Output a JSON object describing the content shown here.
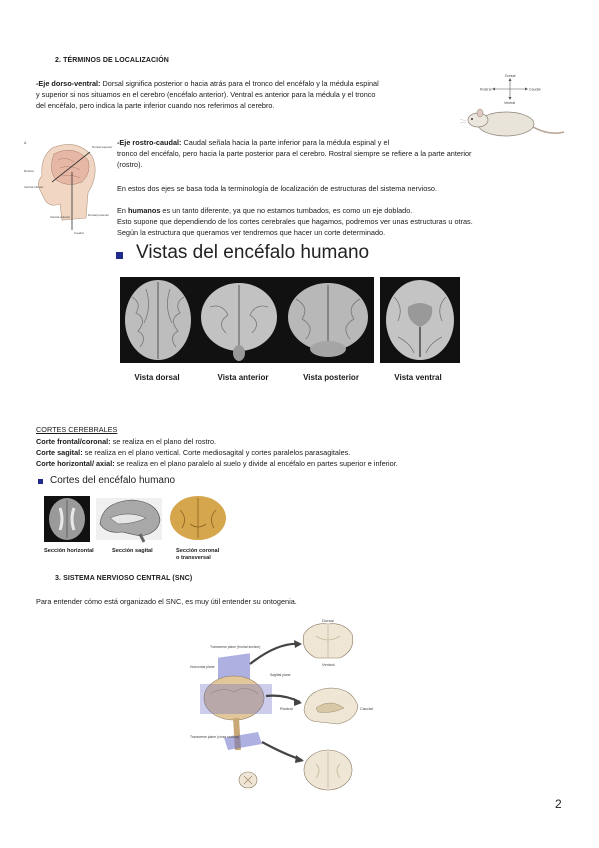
{
  "section2": {
    "heading": "2.    TÉRMINOS DE LOCALIZACIÓN",
    "p1_lead": "-Eje dorso-ventral:",
    "p1_l1": " Dorsal significa posterior o hacia atrás para el tronco del encéfalo y la médula espinal",
    "p1_l2": "y superior si nos situamos en el cerebro (encéfalo anterior). Ventral es anterior para la médula y el tronco",
    "p1_l3": "del encéfalo, pero indica la parte inferior cuando nos referimos al cerebro.",
    "p2_lead": "-Eje rostro-caudal:",
    "p2_l1": " Caudal señala hacia la parte inferior para la médula espinal y el",
    "p2_l2": "tronco del encéfalo, pero hacia la parte posterior para el cerebro. Rostral siempre se refiere a la parte anterior",
    "p2_l3": "(rostro).",
    "p3": "En estos dos ejes se basa toda la terminología de localización de estructuras del sistema nervioso.",
    "p4_pre": "En ",
    "p4_bold": "humanos",
    "p4_l1": " es un tanto diferente, ya que no estamos tumbados, es como un eje doblado.",
    "p4_l2": "Esto supone que dependiendo de los cortes cerebrales que hagamos, podremos ver unas estructuras u otras.",
    "p4_l3": "Según la estructura que queramos ver tendremos que hacer un corte determinado."
  },
  "rat_figure": {
    "labels": [
      "Dorsal",
      "Rostral",
      "Caudal",
      "Ventral"
    ]
  },
  "head_figure": {
    "labels": [
      "Dorsal superior",
      "Rostral",
      "Ventral inferior",
      "Ventral anterior",
      "Dorsal posterior",
      "Caudal"
    ]
  },
  "vistas": {
    "title": "Vistas del encéfalo humano",
    "captions": [
      "Vista dorsal",
      "Vista anterior",
      "Vista posterior",
      "Vista ventral"
    ]
  },
  "cortes": {
    "heading": "CORTES CEREBRALES",
    "c1_lead": "Corte frontal/coronal:",
    "c1_text": " se realiza en el plano del rostro.",
    "c2_lead": "Corte sagital:",
    "c2_text": " se realiza en el plano vertical. Corte mediosagital y cortes paralelos parasagitales.",
    "c3_lead": "Corte horizontal/ axial:",
    "c3_text": " se realiza en el plano paralelo al suelo y divide al encéfalo en partes superior e inferior.",
    "slide_title": "Cortes del encéfalo humano",
    "captions": [
      "Sección horizontal",
      "Sección sagital",
      "Sección coronal",
      "o transversal"
    ]
  },
  "section3": {
    "heading": "3.    SISTEMA NERVIOSO CENTRAL (SNC)",
    "p1": "Para entender cómo está organizado el SNC, es muy útil entender su ontogenia."
  },
  "planes_figure": {
    "labels": [
      "Transverse plane (frontal section)",
      "Horizontal plane",
      "Sagittal plane",
      "Transverse plane (cross section)",
      "Dorsal",
      "Ventral",
      "Rostral",
      "Caudal"
    ]
  },
  "page_number": "2",
  "colors": {
    "bullet": "#1f2a8a",
    "brain_tan": "#d8b27a",
    "plane_blue": "#6a6fc6"
  }
}
